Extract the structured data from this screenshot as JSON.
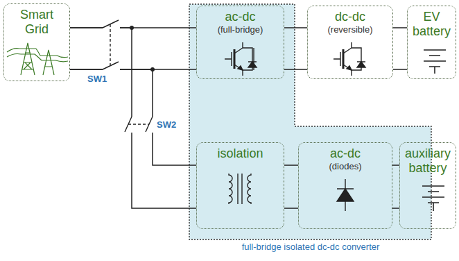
{
  "diagram": {
    "nodes": [
      {
        "text": [
          "Smart Grid"
        ]
      },
      {
        "text": [
          "full-bridge isolated dc-dc converter"
        ]
      },
      {
        "text": [
          "ac-dc",
          "(full-bridge)"
        ],
        "in": 1
      },
      {
        "text": [
          "dc-dc",
          "(reversible)"
        ]
      },
      {
        "text": [
          "EV battery"
        ]
      },
      {
        "text": [
          "isolation"
        ],
        "in": 1
      },
      {
        "text": [
          "ac-dc",
          "(diodes)"
        ],
        "in": 1
      },
      {
        "text": [
          "auxiliary battery"
        ]
      }
    ],
    "edges": [
      {
        "from": 0,
        "to": 2,
        "arrow": "none"
      },
      {
        "from": 2,
        "to": 3,
        "arrow": "none"
      },
      {
        "from": 3,
        "to": 4,
        "arrow": "none"
      },
      {
        "from": 0,
        "to": 5,
        "arrow": "none"
      },
      {
        "from": 5,
        "to": 6,
        "arrow": "none"
      },
      {
        "from": 6,
        "to": 7,
        "arrow": "none"
      }
    ],
    "labels": [
      "SW1",
      "SW2"
    ]
  }
}
